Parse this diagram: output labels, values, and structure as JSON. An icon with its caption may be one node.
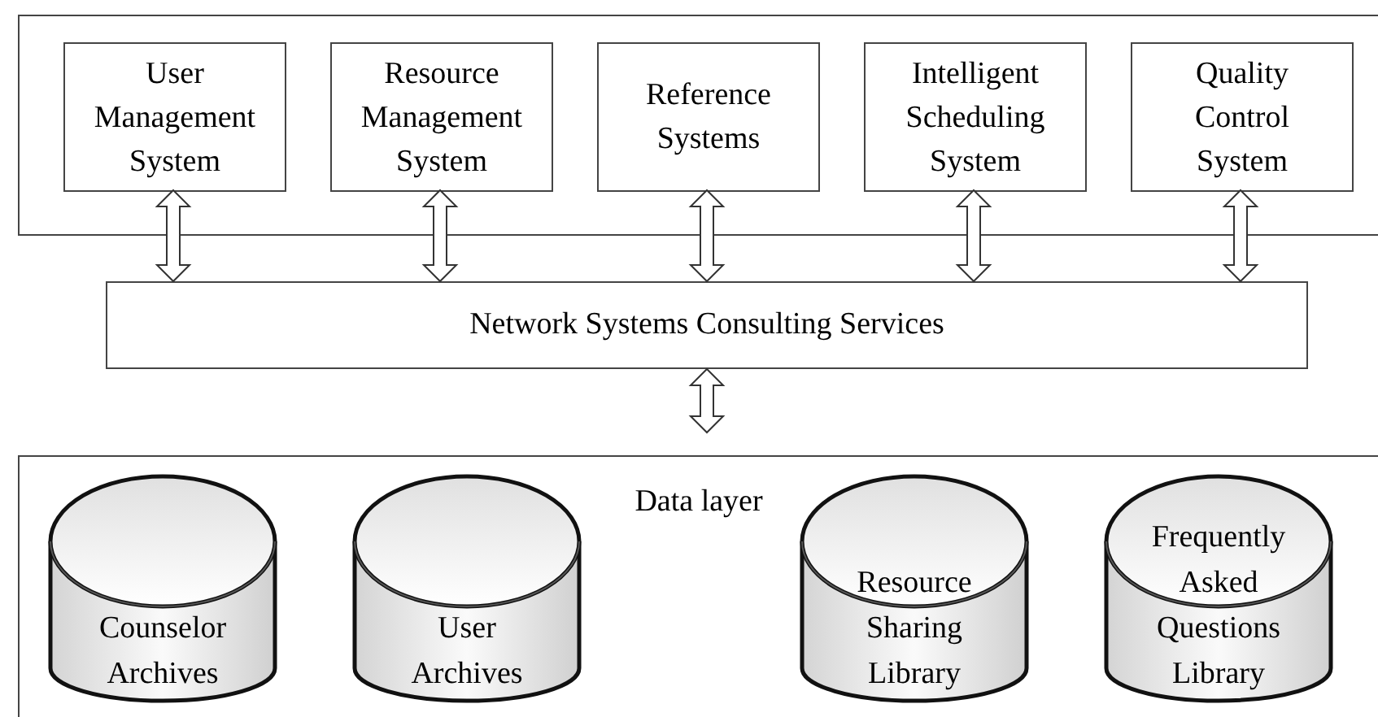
{
  "diagram": {
    "nodes": [
      {
        "text": [],
        "shape": "box"
      },
      {
        "text": [
          "User Management System"
        ],
        "in": 0
      },
      {
        "text": [
          "Resource Management System"
        ],
        "in": 0
      },
      {
        "text": [
          "Reference Systems"
        ],
        "in": 0
      },
      {
        "text": [
          "Intelligent Scheduling System"
        ],
        "in": 0
      },
      {
        "text": [
          "Quality Control System"
        ],
        "in": 0
      },
      {
        "text": [
          "Network Systems Consulting Services"
        ]
      },
      {
        "text": [
          "Data layer"
        ]
      },
      {
        "text": [
          "Counselor Archives"
        ],
        "in": 7
      },
      {
        "text": [
          "User Archives"
        ],
        "in": 7
      },
      {
        "text": [
          "Resource Sharing Library"
        ],
        "in": 7
      },
      {
        "text": [
          "Frequently Asked Questions Library"
        ],
        "in": 7
      }
    ],
    "edges": [
      {
        "from": 1,
        "to": 6,
        "arrow": "both"
      },
      {
        "from": 2,
        "to": 6,
        "arrow": "both"
      },
      {
        "from": 3,
        "to": 6,
        "arrow": "both"
      },
      {
        "from": 4,
        "to": 6,
        "arrow": "both"
      },
      {
        "from": 5,
        "to": 6,
        "arrow": "both"
      },
      {
        "from": 6,
        "to": 7,
        "arrow": "both"
      }
    ]
  }
}
